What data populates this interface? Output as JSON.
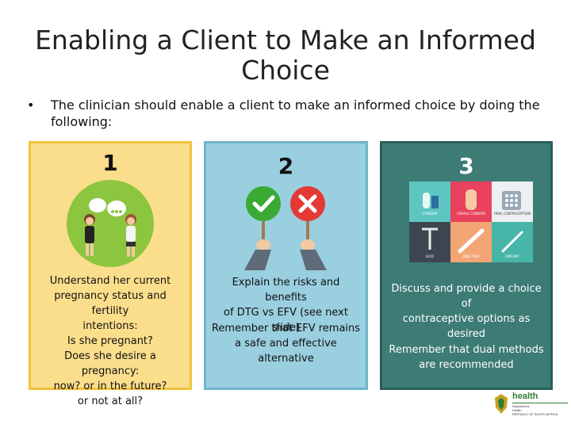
{
  "title": "Enabling a Client to Make an Informed Choice",
  "bullet": "The clinician should enable a client to make an informed choice by doing the following:",
  "panels": [
    {
      "number": "1",
      "lines": [
        "Understand her current",
        "pregnancy status and fertility",
        "intentions:",
        "Is she pregnant?",
        "Does she desire a pregnancy:",
        "now? or in the future?",
        "or not at all?"
      ]
    },
    {
      "number": "2",
      "para1": [
        "Explain the risks and benefits",
        "of DTG vs EFV (see next slide)"
      ],
      "para2": [
        "Remember that EFV remains",
        "a safe and effective",
        "alternative"
      ]
    },
    {
      "number": "3",
      "para1": [
        "Discuss and provide a choice of",
        "contraceptive options as",
        "desired"
      ],
      "para2": [
        "Remember that dual methods",
        "are recommended"
      ],
      "tiles": [
        "CONDOM",
        "FEMALE CONDOM",
        "ORAL CONTRACEPTION",
        "IUCD",
        "INJECTION",
        "IMPLANT"
      ]
    }
  ],
  "logo": {
    "name": "health",
    "sub": [
      "Department:",
      "Health",
      "REPUBLIC OF SOUTH AFRICA"
    ]
  },
  "colors": {
    "panel1_bg": "#fbde8c",
    "panel2_bg": "#9acfe0",
    "panel3_bg": "#3d7b75",
    "icon_green": "#8cc63f",
    "check_green": "#3aaa35",
    "cross_red": "#e53935"
  }
}
